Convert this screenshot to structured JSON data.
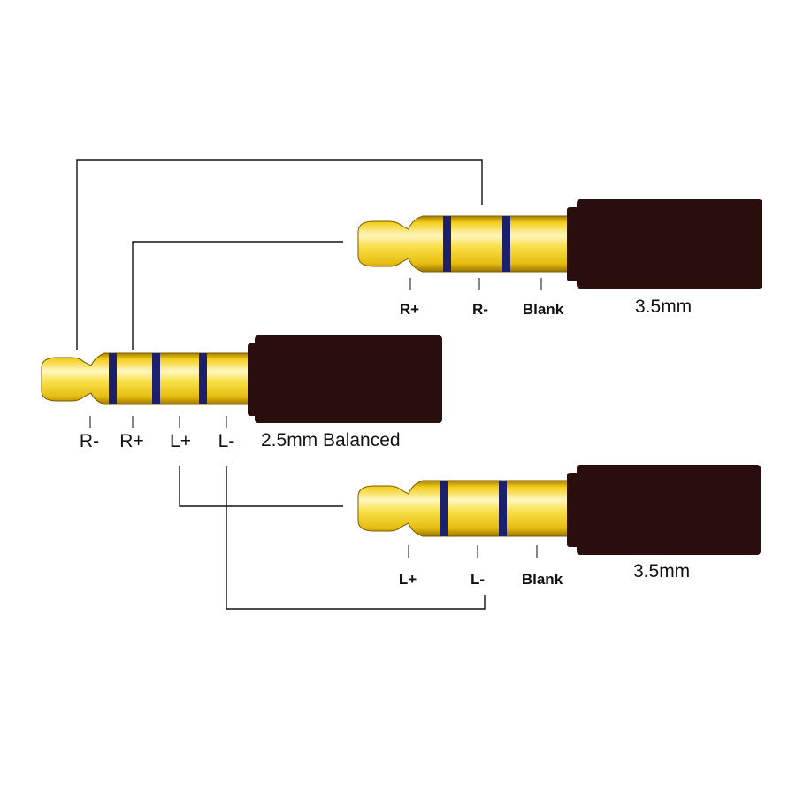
{
  "plug_balanced": {
    "name": "2.5mm Balanced",
    "pins": [
      "R-",
      "R+",
      "L+",
      "L-"
    ]
  },
  "plug_right": {
    "name": "3.5mm",
    "pins": [
      "R+",
      "R-",
      "Blank"
    ]
  },
  "plug_left": {
    "name": "3.5mm",
    "pins": [
      "L+",
      "L-",
      "Blank"
    ]
  },
  "colors": {
    "gold_light": "#fff6b0",
    "gold_mid": "#f7dc2a",
    "gold_dark": "#b88f00",
    "ring_band": "#1c1f6b",
    "sleeve": "#2a0d0d",
    "wire": "#111111"
  }
}
